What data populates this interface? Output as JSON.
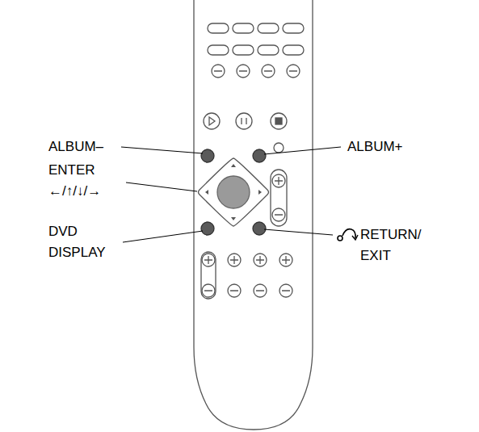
{
  "diagram": {
    "labels": [
      "ALBUM–",
      "ENTER",
      "←/↑/↓/→",
      "DVD DISPLAY",
      "ALBUM+",
      "RETURN/ EXIT"
    ]
  }
}
